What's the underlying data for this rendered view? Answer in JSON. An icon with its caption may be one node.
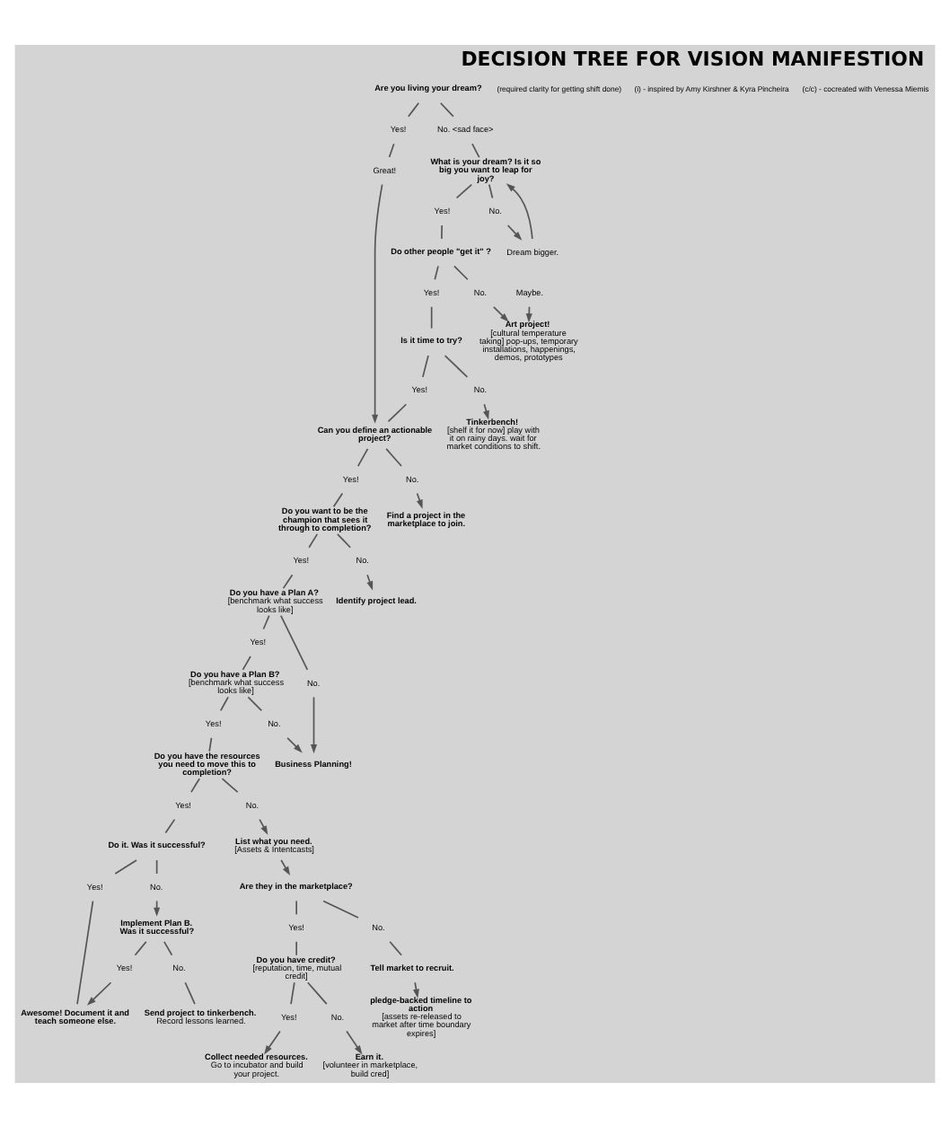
{
  "diagram": {
    "title": "DECISION TREE FOR VISION MANIFESTION",
    "nodes": [
      {
        "text": [
          "Are you living your dream?"
        ]
      },
      {
        "text": [
          "Yes!"
        ]
      },
      {
        "text": [
          "No. <sad face>"
        ]
      },
      {
        "text": [
          "Great!"
        ]
      },
      {
        "text": [
          "What is your dream? Is it so big you want to leap for joy?"
        ]
      },
      {
        "text": [
          "Dream bigger."
        ]
      },
      {
        "text": [
          "Yes!"
        ]
      },
      {
        "text": [
          "No."
        ]
      },
      {
        "text": [
          "Do other people \"get it\" ?"
        ]
      },
      {
        "text": [
          "Yes!"
        ]
      },
      {
        "text": [
          "No."
        ]
      },
      {
        "text": [
          "Art project!",
          "[cultural temperature taking] pop-ups, temporary installations, happenings, demos, prototypes"
        ]
      },
      {
        "text": [
          "Is it time to try?"
        ]
      },
      {
        "text": [
          "Maybe."
        ]
      },
      {
        "text": [
          "Yes!"
        ]
      },
      {
        "text": [
          "No."
        ]
      },
      {
        "text": [
          "Tinkerbench!",
          "[shelf it for now] play with it on rainy days. wait for market conditions to shift."
        ]
      },
      {
        "text": [
          "Can you define an actionable project?"
        ]
      },
      {
        "text": [
          "Yes!"
        ]
      },
      {
        "text": [
          "No."
        ]
      },
      {
        "text": [
          "Find a project in the marketplace to join."
        ]
      },
      {
        "text": [
          "Do you want to be the champion that sees it through to completion?"
        ]
      },
      {
        "text": [
          "Yes!"
        ]
      },
      {
        "text": [
          "No."
        ]
      },
      {
        "text": [
          "Identify project lead."
        ]
      },
      {
        "text": [
          "Do you have a Plan A?",
          "[benchmark what success looks like]"
        ]
      },
      {
        "text": [
          "Yes!"
        ]
      },
      {
        "text": [
          "No."
        ]
      },
      {
        "text": [
          "Business Planning!"
        ]
      },
      {
        "text": [
          "Do you have a Plan B?",
          "[benchmark what success looks like]"
        ]
      },
      {
        "text": [
          "Yes!"
        ]
      },
      {
        "text": [
          "No."
        ]
      },
      {
        "text": [
          "Do you have the resources you need to move this to completion?"
        ]
      },
      {
        "text": [
          "Yes!"
        ]
      },
      {
        "text": [
          "No."
        ]
      },
      {
        "text": [
          "List what you need.",
          "[Assets & Intentcasts]"
        ]
      },
      {
        "text": [
          "Are they in the marketplace?"
        ]
      },
      {
        "text": [
          "Yes!"
        ]
      },
      {
        "text": [
          "No."
        ]
      },
      {
        "text": [
          "Do you have credit?",
          "[reputation, time, mutual credit]"
        ]
      },
      {
        "text": [
          "Tell market to recruit."
        ]
      },
      {
        "text": [
          "Yes!"
        ]
      },
      {
        "text": [
          "No."
        ]
      },
      {
        "text": [
          "pledge-backed timeline to action",
          "[assets re-released to market after time boundary expires]"
        ]
      },
      {
        "text": [
          "Collect needed resources.",
          "Go to incubator and build your project."
        ]
      },
      {
        "text": [
          "Earn it.",
          "[volunteer in marketplace, build cred]"
        ]
      },
      {
        "text": [
          "Do it. Was it successful?"
        ]
      },
      {
        "text": [
          "Yes!"
        ]
      },
      {
        "text": [
          "No."
        ]
      },
      {
        "text": [
          "Awesome! Document it and teach someone else."
        ]
      },
      {
        "text": [
          "Implement Plan B.",
          "Was it successful?"
        ]
      },
      {
        "text": [
          "Yes!"
        ]
      },
      {
        "text": [
          "No."
        ]
      },
      {
        "text": [
          "Send project to tinkerbench.",
          "Record lessons learned."
        ]
      }
    ],
    "edges": [
      {
        "from": 0,
        "to": 1,
        "arrow": "none"
      },
      {
        "from": 0,
        "to": 2,
        "arrow": "none"
      },
      {
        "from": 1,
        "to": 3,
        "arrow": "none"
      },
      {
        "from": 3,
        "to": 17,
        "arrow": "to"
      },
      {
        "from": 2,
        "to": 4,
        "arrow": "none"
      },
      {
        "from": 4,
        "to": 6,
        "arrow": "none"
      },
      {
        "from": 4,
        "to": 7,
        "arrow": "none"
      },
      {
        "from": 7,
        "to": 5,
        "arrow": "to"
      },
      {
        "from": 5,
        "to": 4,
        "arrow": "to"
      },
      {
        "from": 6,
        "to": 8,
        "arrow": "none"
      },
      {
        "from": 8,
        "to": 9,
        "arrow": "none"
      },
      {
        "from": 8,
        "to": 10,
        "arrow": "none"
      },
      {
        "from": 10,
        "to": 11,
        "arrow": "to"
      },
      {
        "from": 9,
        "to": 12,
        "arrow": "none"
      },
      {
        "from": 13,
        "to": 11,
        "arrow": "to"
      },
      {
        "from": 12,
        "to": 14,
        "arrow": "none"
      },
      {
        "from": 12,
        "to": 15,
        "arrow": "none"
      },
      {
        "from": 15,
        "to": 16,
        "arrow": "to"
      },
      {
        "from": 14,
        "to": 17,
        "arrow": "none"
      },
      {
        "from": 17,
        "to": 18,
        "arrow": "none"
      },
      {
        "from": 17,
        "to": 19,
        "arrow": "none"
      },
      {
        "from": 19,
        "to": 20,
        "arrow": "to"
      },
      {
        "from": 18,
        "to": 21,
        "arrow": "none"
      },
      {
        "from": 21,
        "to": 22,
        "arrow": "none"
      },
      {
        "from": 21,
        "to": 23,
        "arrow": "none"
      },
      {
        "from": 23,
        "to": 24,
        "arrow": "to"
      },
      {
        "from": 22,
        "to": 25,
        "arrow": "none"
      },
      {
        "from": 25,
        "to": 26,
        "arrow": "none"
      },
      {
        "from": 25,
        "to": 27,
        "arrow": "none"
      },
      {
        "from": 27,
        "to": 28,
        "arrow": "to"
      },
      {
        "from": 26,
        "to": 29,
        "arrow": "none"
      },
      {
        "from": 29,
        "to": 30,
        "arrow": "none"
      },
      {
        "from": 29,
        "to": 31,
        "arrow": "none"
      },
      {
        "from": 31,
        "to": 28,
        "arrow": "to"
      },
      {
        "from": 30,
        "to": 32,
        "arrow": "none"
      },
      {
        "from": 32,
        "to": 33,
        "arrow": "none"
      },
      {
        "from": 32,
        "to": 34,
        "arrow": "none"
      },
      {
        "from": 34,
        "to": 35,
        "arrow": "to"
      },
      {
        "from": 35,
        "to": 36,
        "arrow": "to"
      },
      {
        "from": 36,
        "to": 37,
        "arrow": "none"
      },
      {
        "from": 36,
        "to": 38,
        "arrow": "none"
      },
      {
        "from": 37,
        "to": 39,
        "arrow": "none"
      },
      {
        "from": 38,
        "to": 40,
        "arrow": "none"
      },
      {
        "from": 39,
        "to": 41,
        "arrow": "none"
      },
      {
        "from": 39,
        "to": 42,
        "arrow": "none"
      },
      {
        "from": 40,
        "to": 43,
        "arrow": "to"
      },
      {
        "from": 41,
        "to": 44,
        "arrow": "to"
      },
      {
        "from": 42,
        "to": 45,
        "arrow": "to"
      },
      {
        "from": 33,
        "to": 46,
        "arrow": "none"
      },
      {
        "from": 46,
        "to": 47,
        "arrow": "none"
      },
      {
        "from": 46,
        "to": 48,
        "arrow": "none"
      },
      {
        "from": 48,
        "to": 50,
        "arrow": "to"
      },
      {
        "from": 47,
        "to": 49,
        "arrow": "none"
      },
      {
        "from": 50,
        "to": 51,
        "arrow": "none"
      },
      {
        "from": 50,
        "to": 52,
        "arrow": "none"
      },
      {
        "from": 51,
        "to": 49,
        "arrow": "to"
      },
      {
        "from": 52,
        "to": 53,
        "arrow": "none"
      }
    ],
    "labels": [
      "(required clarity for getting shift done)",
      "(i) - inspired by Amy Kirshner & Kyra Pincheira",
      "(c/c) - cocreated with Venessa Miemis"
    ]
  }
}
